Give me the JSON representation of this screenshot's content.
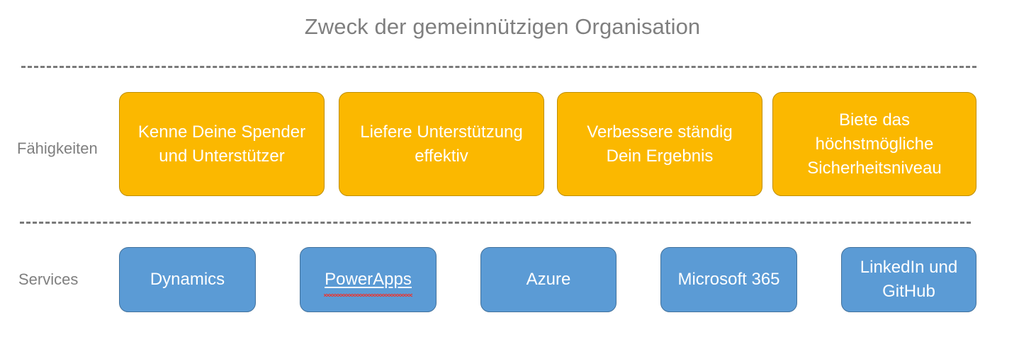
{
  "title": "Zweck der gemeinnützigen Organisation",
  "colors": {
    "title_text": "#7f7f7f",
    "divider": "#7a7a7a",
    "capability_fill": "#fbb800",
    "capability_border": "#bf8f00",
    "service_fill": "#5b9bd5",
    "service_border": "#41719c",
    "node_text": "#ffffff",
    "spellcheck_underline": "#e53935",
    "background": "#ffffff"
  },
  "rows": {
    "capabilities": {
      "label": "Fähigkeiten",
      "items": [
        {
          "line1": "Kenne Deine Spender",
          "line2": "und Unterstützer"
        },
        {
          "line1": "Liefere Unterstützung",
          "line2": "effektiv"
        },
        {
          "line1": "Verbessere ständig",
          "line2": "Dein Ergebnis"
        },
        {
          "line1": "Biete das",
          "line2": "höchstmögliche",
          "line3": "Sicherheitsniveau"
        }
      ]
    },
    "services": {
      "label": "Services",
      "items": [
        {
          "line1": "Dynamics",
          "line2": "",
          "spellcheck": false
        },
        {
          "line1": "PowerApps",
          "line2": "",
          "spellcheck": true
        },
        {
          "line1": "Azure",
          "line2": "",
          "spellcheck": false
        },
        {
          "line1": "Microsoft 365",
          "line2": "",
          "spellcheck": false
        },
        {
          "line1": "LinkedIn und",
          "line2": "GitHub",
          "spellcheck": false
        }
      ]
    }
  }
}
